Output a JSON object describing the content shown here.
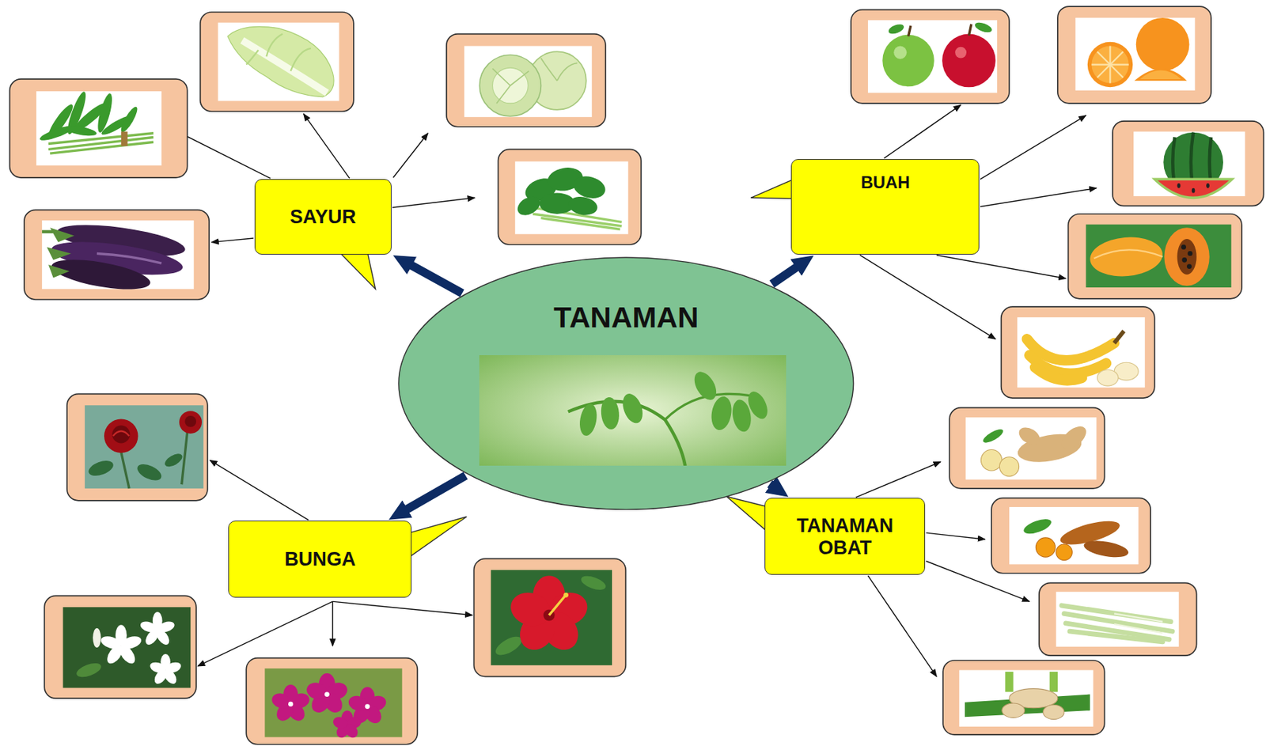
{
  "diagram": {
    "nodes": [
      {
        "text": [
          "TANAMAN"
        ]
      },
      {
        "text": [
          "SAYUR"
        ]
      },
      {
        "text": [
          "BUAH"
        ]
      },
      {
        "text": [
          "BUNGA"
        ]
      },
      {
        "text": [
          "TANAMAN OBAT"
        ]
      }
    ],
    "edges": [
      {
        "from": 0,
        "to": 1,
        "arrow": "to"
      },
      {
        "from": 0,
        "to": 2,
        "arrow": "to"
      },
      {
        "from": 0,
        "to": 3,
        "arrow": "to"
      },
      {
        "from": 0,
        "to": 4,
        "arrow": "to"
      }
    ]
  }
}
